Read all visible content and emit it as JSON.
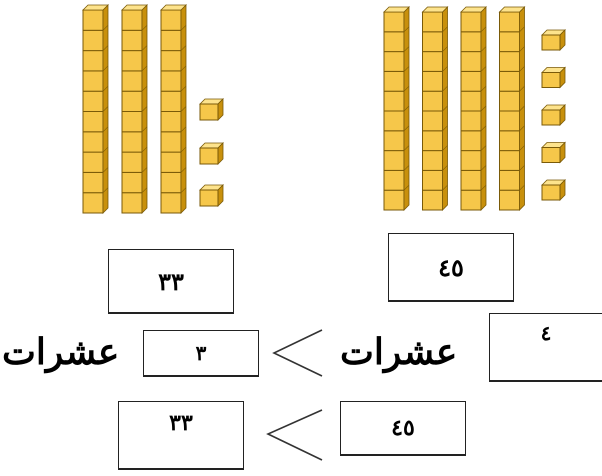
{
  "left_group": {
    "tens_rods": 3,
    "unit_cubes": 3,
    "value_label": "٣٣"
  },
  "right_group": {
    "tens_rods": 4,
    "unit_cubes": 5,
    "value_label": "٤٥"
  },
  "tens_comparison": {
    "right_tens": "٤",
    "right_word": "عشرات",
    "left_tens": "٣",
    "left_word": "عشرات"
  },
  "number_comparison": {
    "right_number": "٤٥",
    "left_number": "٣٣"
  },
  "colors": {
    "cube_front": "#f6c74a",
    "cube_top": "#fde38c",
    "cube_side": "#c8900c",
    "cube_edge": "#7a5a08",
    "line": "#222222"
  }
}
